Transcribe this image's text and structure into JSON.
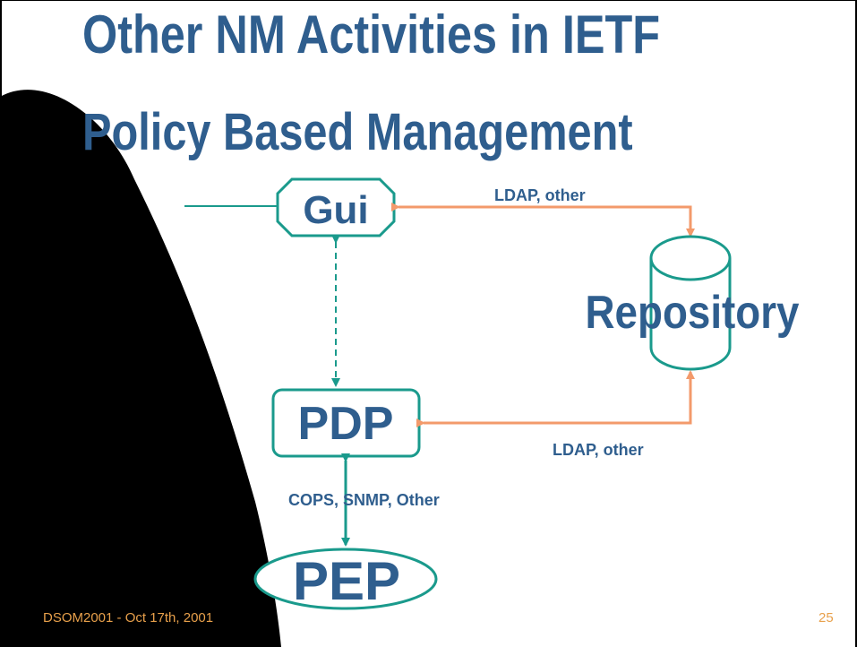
{
  "slide": {
    "title": "Other NM Activities in IETF",
    "subtitle": "Policy Based Management",
    "footer_left": "DSOM2001 - Oct 17th, 2001",
    "page_number": "25"
  },
  "diagram": {
    "nodes": {
      "gui": "Gui",
      "repository": "Repository",
      "pdp": "PDP",
      "pep": "PEP"
    },
    "edge_labels": {
      "gui_repository": "LDAP, other",
      "pdp_repository": "LDAP, other",
      "pdp_pep": "COPS, SNMP, Other"
    }
  },
  "colors": {
    "title": "#2f5e8e",
    "node_border": "#1a9a8c",
    "node_text": "#2f5e8e",
    "ldap_arrow": "#f39a6b",
    "footer_text": "#e8a04b",
    "background": "#ffffff",
    "overlay": "#000000"
  }
}
